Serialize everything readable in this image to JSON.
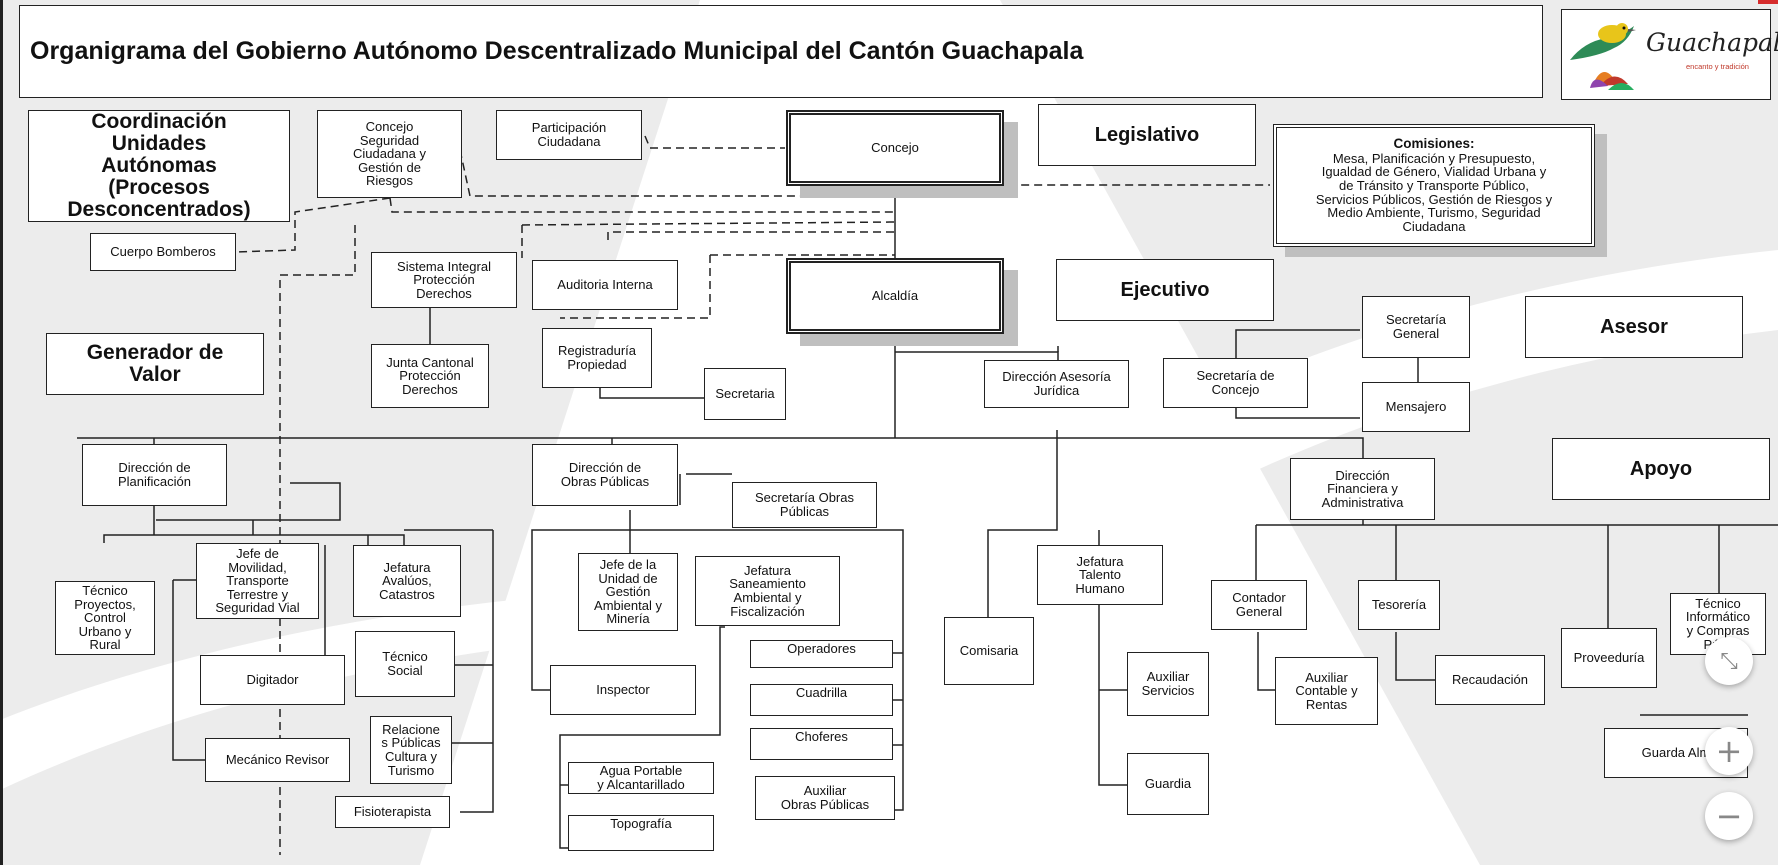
{
  "title": "Organigrama del Gobierno Autónomo Descentralizado Municipal del Cantón Guachapala",
  "logo": {
    "name": "Guachapala",
    "slogan": "encanto y tradición"
  },
  "levels": {
    "coordinacion": "Coordinación\nUnidades\nAutónomas\n(Procesos\nDesconcentrados)",
    "legislativo": "Legislativo",
    "ejecutivo": "Ejecutivo",
    "asesor": "Asesor",
    "generador": "Generador de\nValor",
    "apoyo": "Apoyo"
  },
  "comisiones": {
    "heading": "Comisiones:",
    "text": "Mesa, Planificación y Presupuesto,\nIgualdad de Género, Vialidad Urbana y\nde Tránsito y Transporte Público,\nServicios Públicos, Gestión de Riesgos y\nMedio Ambiente, Turismo, Seguridad\nCiudadana"
  },
  "units": {
    "concejo_seguridad": "Concejo\nSeguridad\nCiudadana y\nGestión de\nRiesgos",
    "participacion": "Participación\nCiudadana",
    "concejo": "Concejo",
    "bomberos": "Cuerpo Bomberos",
    "sistema_integral": "Sistema Integral\nProtección\nDerechos",
    "auditoria": "Auditoria Interna",
    "alcaldia": "Alcaldía",
    "junta_cantonal": "Junta Cantonal\nProtección\nDerechos",
    "registraduria": "Registraduría\nPropiedad",
    "secretaria": "Secretaria",
    "secretaria_general": "Secretaría\nGeneral",
    "direccion_asesoria": "Dirección Asesoría\nJurídica",
    "secretaria_concejo": "Secretaría de\nConcejo",
    "mensajero": "Mensajero",
    "dir_planificacion": "Dirección de\nPlanificación",
    "dir_obras": "Dirección de\nObras Públicas",
    "secretaria_obras": "Secretaría Obras\nPúblicas",
    "dir_financiera": "Dirección\nFinanciera y\nAdministrativa",
    "jefe_movilidad": "Jefe de\nMovilidad,\nTransporte\nTerrestre y\nSeguridad Vial",
    "jefatura_avaluos": "Jefatura\nAvalúos,\nCatastros",
    "tecnico_proyectos": "Técnico\nProyectos,\nControl\nUrbano y\nRural",
    "digitador": "Digitador",
    "tecnico_social": "Técnico\nSocial",
    "mecanico": "Mecánico Revisor",
    "relaciones": "Relacione\ns Públicas\nCultura y\nTurismo",
    "fisioterapista": "Fisioterapista",
    "jefe_unidad": "Jefe de la\nUnidad de\nGestión\nAmbiental y\nMinería",
    "jefatura_saneamiento": "Jefatura\nSaneamiento\nAmbiental y\nFiscalización",
    "operadores": "Operadores",
    "cuadrilla": "Cuadrilla",
    "choferes": "Choferes",
    "auxiliar_obras": "Auxiliar\nObras Públicas",
    "inspector": "Inspector",
    "agua": "Agua Portable\ny Alcantarillado",
    "topografia": "Topografía",
    "comisaria": "Comisaria",
    "jefatura_talento": "Jefatura\nTalento\nHumano",
    "auxiliar_servicios": "Auxiliar\nServicios",
    "guardia": "Guardia",
    "contador": "Contador\nGeneral",
    "tesoreria": "Tesorería",
    "auxiliar_contable": "Auxiliar\nContable y\nRentas",
    "recaudacion": "Recaudación",
    "proveeduria": "Proveeduría",
    "tecnico_informatico": "Técnico\nInformático\ny Compras\nPúbli",
    "guarda_almacen": "Guarda Alm"
  },
  "zoom_controls": {
    "collapse": "⤡",
    "zoom_in": "+",
    "zoom_out": "−"
  }
}
